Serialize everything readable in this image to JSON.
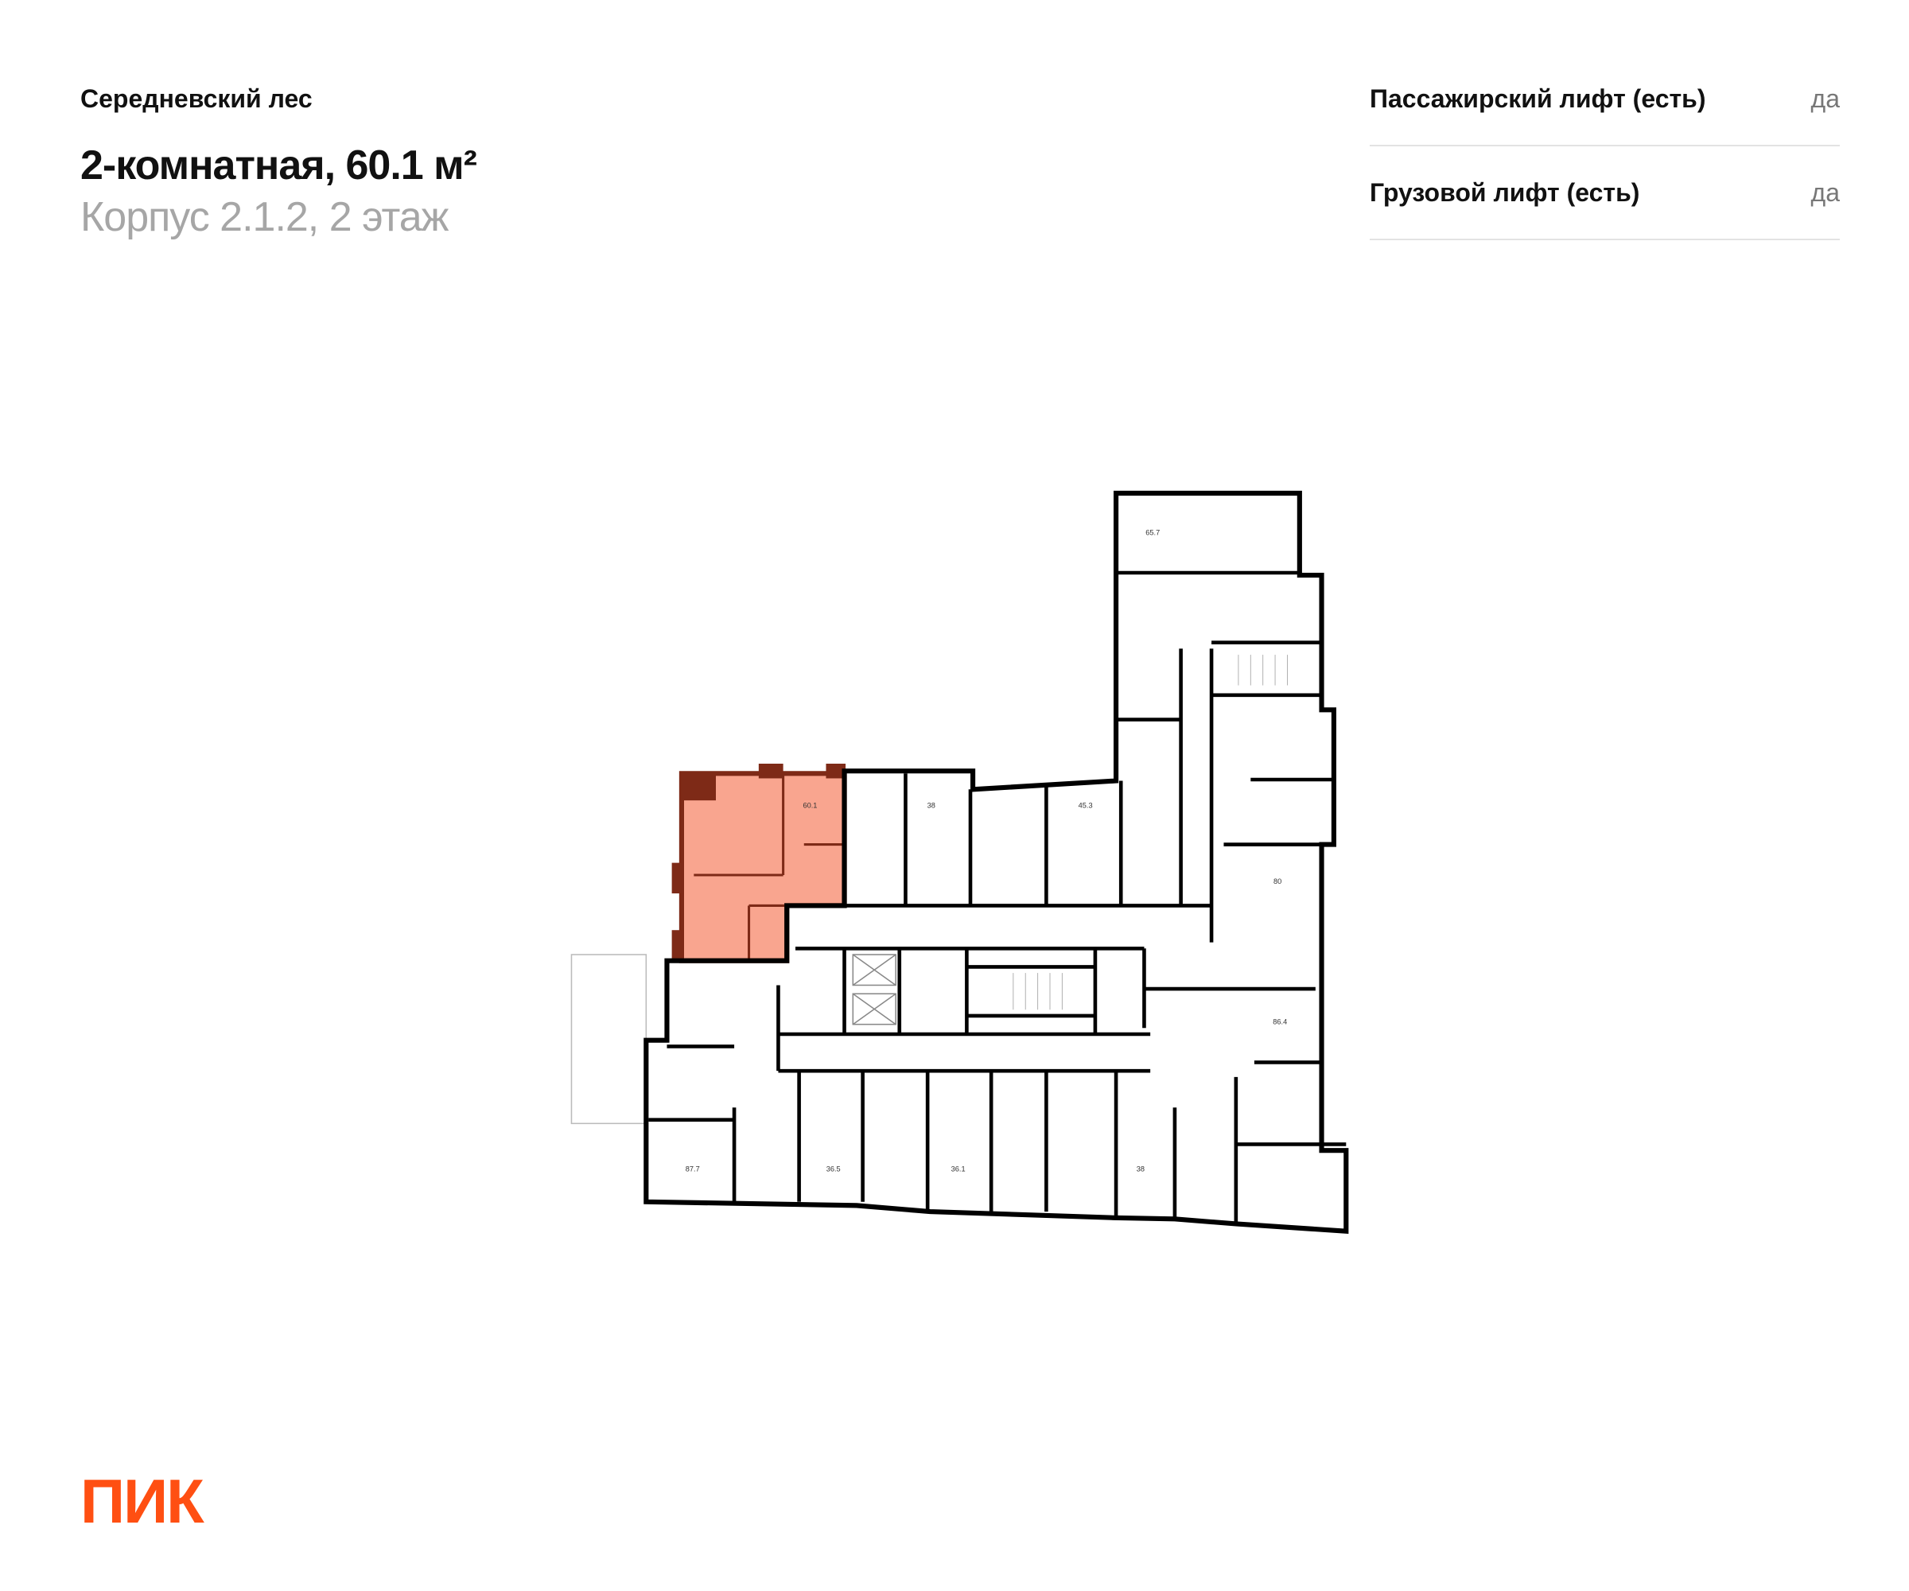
{
  "header": {
    "project": "Середневский лес",
    "title": "2-комнатная, 60.1 м²",
    "subtitle": "Корпус 2.1.2, 2 этаж"
  },
  "features": [
    {
      "label": "Пассажирский лифт (есть)",
      "value": "да"
    },
    {
      "label": "Грузовой лифт (есть)",
      "value": "да"
    }
  ],
  "plan": {
    "highlight_color": "#F9A58F",
    "highlight_wall_color": "#7E2A17",
    "apartments": [
      {
        "area": "60.1",
        "selected": true
      },
      {
        "area": "38"
      },
      {
        "area": "45.3"
      },
      {
        "area": "65.7"
      },
      {
        "area": "80"
      },
      {
        "area": "86.4"
      },
      {
        "area": "87.7"
      },
      {
        "area": "36.5"
      },
      {
        "area": "36.1"
      },
      {
        "area": "38"
      }
    ]
  },
  "logo": {
    "text": "ПИК",
    "color": "#FF4F12"
  }
}
